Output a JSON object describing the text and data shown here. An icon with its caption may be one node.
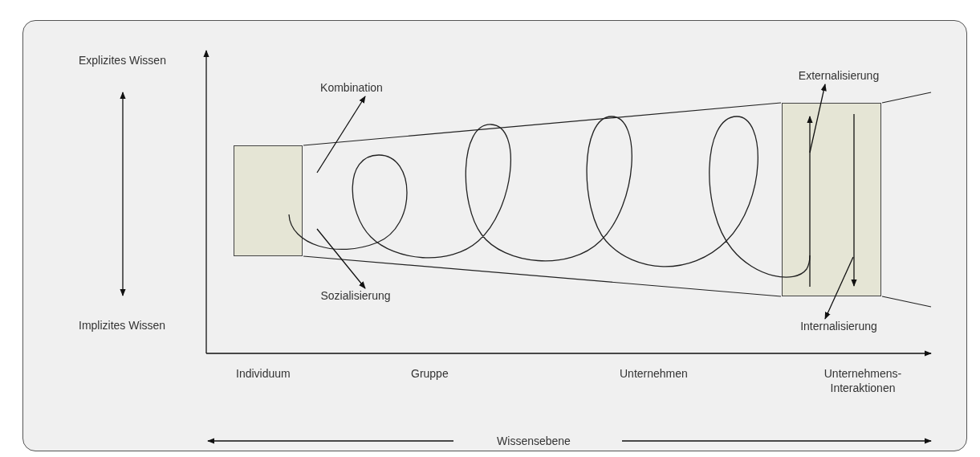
{
  "diagram": {
    "nodes": [
      {
        "text": [],
        "shape": "box"
      },
      {
        "text": [],
        "shape": "box"
      },
      {
        "text": [
          "Kombination"
        ]
      },
      {
        "text": [
          "Sozialisierung"
        ]
      },
      {
        "text": [
          "Externalisierung"
        ]
      },
      {
        "text": [
          "Internalisierung"
        ]
      }
    ],
    "edges": [
      {
        "from": null,
        "to": 2,
        "arrow": "to"
      },
      {
        "from": null,
        "to": 3,
        "arrow": "to"
      },
      {
        "from": 1,
        "to": 4,
        "arrow": "to"
      },
      {
        "from": 1,
        "to": 5,
        "arrow": "to"
      }
    ],
    "labels": [
      "Explizites Wissen",
      "Implizites Wissen",
      "Individuum",
      "Gruppe",
      "Unternehmen",
      "Unternehmens- Interaktionen",
      "Wissensebene"
    ]
  }
}
